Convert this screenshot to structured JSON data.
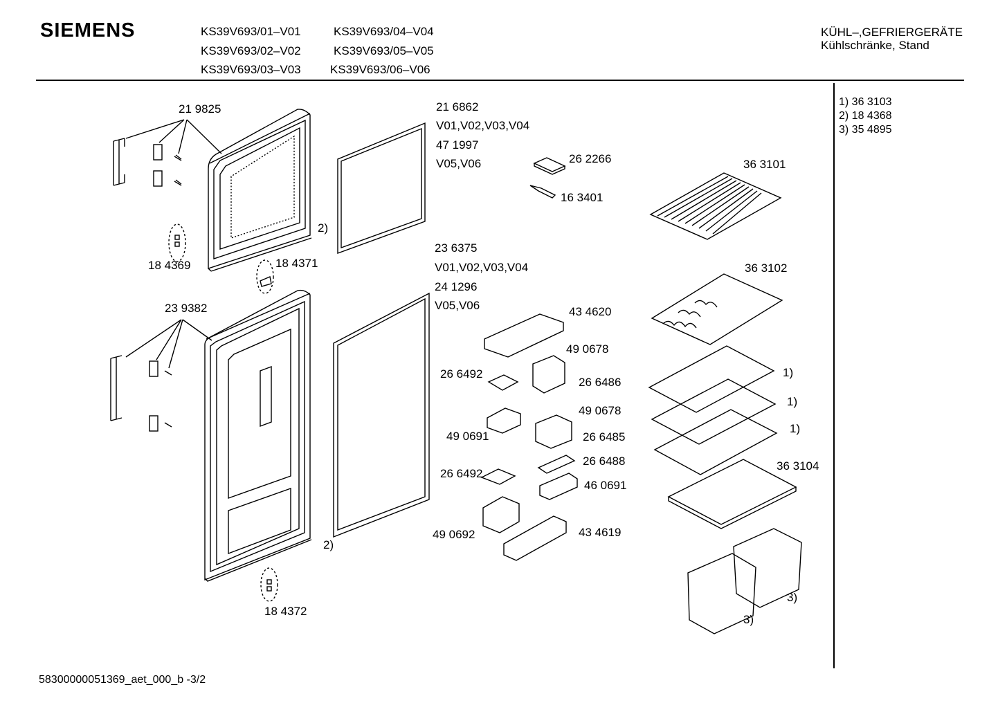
{
  "header": {
    "brand": "SIEMENS",
    "models": [
      "KS39V693/01–V01",
      "KS39V693/02–V02",
      "KS39V693/03–V03",
      "KS39V693/04–V04",
      "KS39V693/05–V05",
      "KS39V693/06–V06"
    ],
    "category_line1": "KÜHL–,GEFRIERGERÄTE",
    "category_line2": "Kühlschränke, Stand"
  },
  "legend": [
    "1)  36 3103",
    "2)  18 4368",
    "3)  35 4895"
  ],
  "labels": {
    "p219825": "21 9825",
    "p184369": "18 4369",
    "p184371": "18 4371",
    "p239382": "23 9382",
    "p184372": "18 4372",
    "fn2a": "2)",
    "fn2b": "2)",
    "p216862": "21 6862",
    "v_a1": "V01,V02,V03,V04",
    "p471997": "47 1997",
    "v_a2": "V05,V06",
    "p236375": "23 6375",
    "v_b1": "V01,V02,V03,V04",
    "p241296": "24 1296",
    "v_b2": "V05,V06",
    "p262266": "26 2266",
    "p163401": "16 3401",
    "p434620": "43 4620",
    "p490678a": "49 0678",
    "p266492a": "26 6492",
    "p266486": "26 6486",
    "p490678b": "49 0678",
    "p490691": "49 0691",
    "p266485": "26 6485",
    "p266492b": "26 6492",
    "p266488": "26 6488",
    "p460691": "46 0691",
    "p490692": "49 0692",
    "p434619": "43 4619",
    "p363101": "36 3101",
    "p363102": "36 3102",
    "p363104": "36 3104",
    "fn1a": "1)",
    "fn1b": "1)",
    "fn1c": "1)",
    "fn3a": "3)",
    "fn3b": "3)"
  },
  "footer": "58300000051369_aet_000_b -3/2"
}
